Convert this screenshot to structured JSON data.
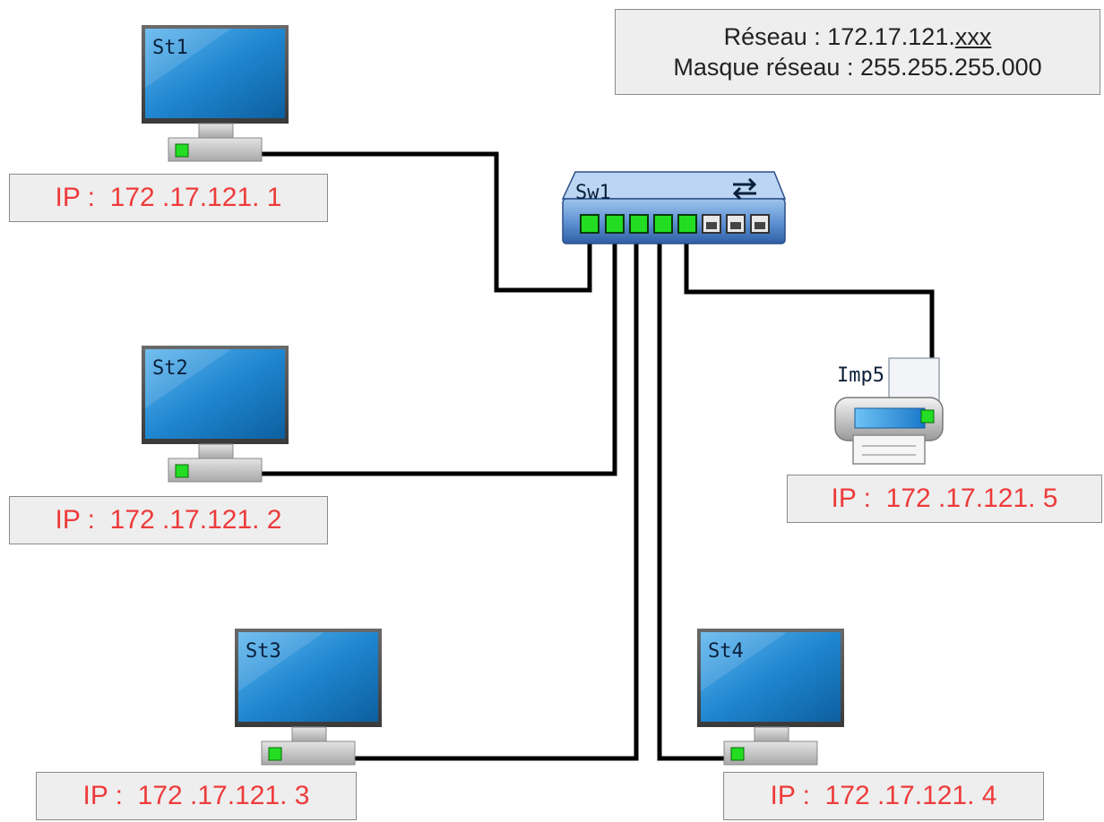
{
  "network_info": {
    "network_label": "Réseau : 172.17.121.",
    "network_suffix": "xxx",
    "mask_label": "Masque réseau : 255.255.255.000"
  },
  "switch": {
    "name": "Sw1",
    "icon": "switch-arrows-icon"
  },
  "stations": [
    {
      "name": "St1",
      "ip": "IP :  172 .17.121. 1",
      "icon": "computer-monitor-icon"
    },
    {
      "name": "St2",
      "ip": "IP :  172 .17.121. 2",
      "icon": "computer-monitor-icon"
    },
    {
      "name": "St3",
      "ip": "IP :  172 .17.121. 3",
      "icon": "computer-monitor-icon"
    },
    {
      "name": "St4",
      "ip": "IP :  172 .17.121. 4",
      "icon": "computer-monitor-icon"
    }
  ],
  "printer": {
    "name": "Imp5",
    "ip": "IP :  172 .17.121. 5",
    "icon": "printer-icon"
  },
  "colors": {
    "link_light": "#22dd22",
    "ip_text": "#ee3b3b",
    "screen": "#1f86d0",
    "cable": "#000000"
  }
}
